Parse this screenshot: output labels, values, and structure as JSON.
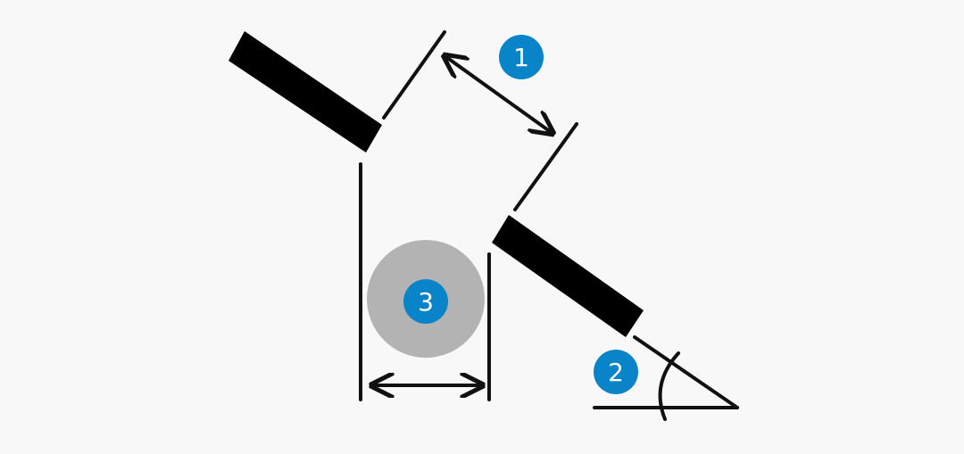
{
  "colors": {
    "background": "#f8f8f8",
    "stroke": "#111111",
    "gap_bar": "#000000",
    "particle": "#b3b3b3",
    "badge": "#0a84c9",
    "badge_text": "#ffffff"
  },
  "badges": {
    "gap_opening": "1",
    "inclination_angle": "2",
    "particle": "3"
  }
}
